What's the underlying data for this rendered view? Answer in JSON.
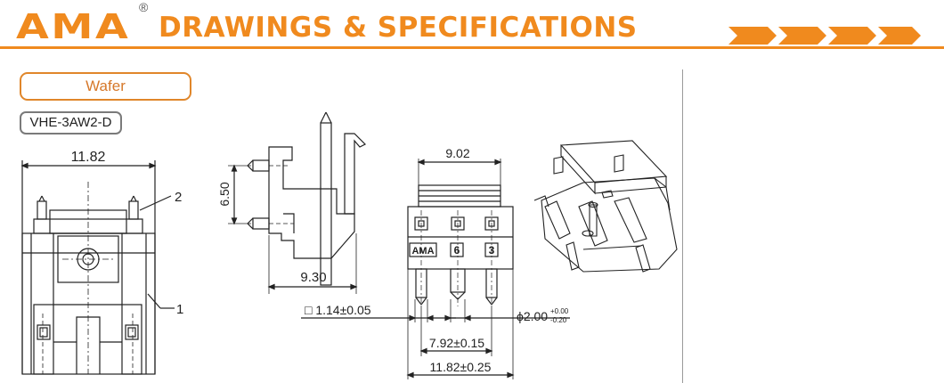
{
  "header": {
    "logo": "AMA",
    "registered_mark": "®",
    "title": "DRAWINGS & SPECIFICATIONS"
  },
  "product": {
    "type": "Wafer",
    "part_number": "VHE-3AW2-D"
  },
  "dimensions": {
    "front_width": "11.82",
    "callout_pin": "2",
    "callout_housing": "1",
    "side_height": "6.50",
    "side_depth": "9.30",
    "pin_square": "□ 1.14±0.05",
    "bottom_top_width": "9.02",
    "pin_pitch": "7.92±0.15",
    "bottom_width": "11.82±0.25",
    "post_diameter_main": "ϕ2.00",
    "post_diameter_tol_upper": "+0.00",
    "post_diameter_tol_lower": "-0.20"
  },
  "housing_marks": [
    "AMA",
    "6",
    "3"
  ],
  "colors": {
    "brand_orange": "#f08a1e",
    "line": "#222222",
    "divider": "#9a9a9a"
  }
}
